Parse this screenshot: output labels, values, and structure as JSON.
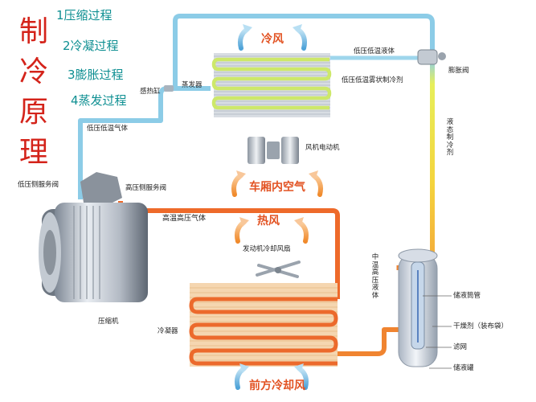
{
  "title_chars": [
    "制",
    "冷",
    "原",
    "理"
  ],
  "steps": [
    "1压缩过程",
    "2冷凝过程",
    "3膨胀过程",
    "4蒸发过程"
  ],
  "air": {
    "cold": "冷风",
    "cabin": "车厢内空气",
    "hot": "热风",
    "front": "前方冷却风"
  },
  "labels": {
    "sensor_bulb": "感热缸",
    "evaporator": "蒸发器",
    "lowp_lowt_liquid": "低压低温液体",
    "lowp_lowt_mist": "低压低温雾状制冷剂",
    "expansion_valve": "膨胀阀",
    "lowp_lowt_gas": "低压低温气体",
    "fan_motor": "风机电动机",
    "low_side_valve": "低压侧服务阀",
    "high_side_valve": "高压侧服务阀",
    "hightemp_highp_gas": "高温高压气体",
    "engine_fan": "发动机冷却风扇",
    "compressor": "压缩机",
    "condenser": "冷凝器",
    "receiver_tube": "储液筒管",
    "desiccant": "干燥剂（装布袋）",
    "filter": "滤网",
    "receiver": "储液罐"
  },
  "vertical_labels": {
    "liquid_refrigerant": "液态制冷剂",
    "mid_temp_high_pressure_liquid": "中温高压液体"
  }
}
